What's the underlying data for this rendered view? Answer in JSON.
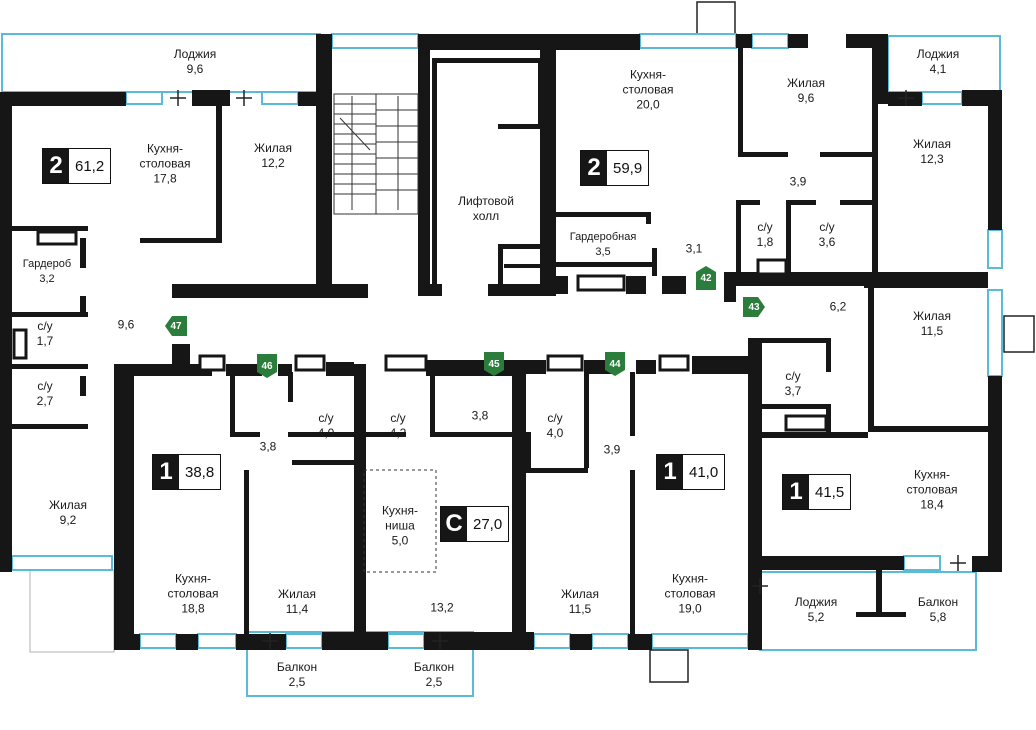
{
  "colors": {
    "wall": "#161616",
    "window": "#5bbad5",
    "tag": "#2a7d3a"
  },
  "rooms": [
    {
      "name": "Лоджия",
      "area": "9,6"
    },
    {
      "name": "Кухня-\nстоловая",
      "area": "17,8"
    },
    {
      "name": "Жилая",
      "area": "12,2"
    },
    {
      "name": "Гардероб",
      "area": "3,2"
    },
    {
      "name": "с/у",
      "area": "1,7"
    },
    {
      "name": "с/у",
      "area": "2,7"
    },
    {
      "name": "",
      "area": "9,6"
    },
    {
      "name": "Жилая",
      "area": "9,2"
    },
    {
      "name": "Лифтовой\nхолл",
      "area": ""
    },
    {
      "name": "Кухня-\nстоловая",
      "area": "20,0"
    },
    {
      "name": "Жилая",
      "area": "9,6"
    },
    {
      "name": "Лоджия",
      "area": "4,1"
    },
    {
      "name": "Жилая",
      "area": "12,3"
    },
    {
      "name": "",
      "area": "3,9"
    },
    {
      "name": "с/у",
      "area": "1,8"
    },
    {
      "name": "с/у",
      "area": "3,6"
    },
    {
      "name": "Гардеробная",
      "area": "3,5"
    },
    {
      "name": "",
      "area": "3,1"
    },
    {
      "name": "",
      "area": "6,2"
    },
    {
      "name": "Жилая",
      "area": "11,5"
    },
    {
      "name": "с/у",
      "area": "3,7"
    },
    {
      "name": "Кухня-\nстоловая",
      "area": "18,4"
    },
    {
      "name": "Лоджия",
      "area": "5,2"
    },
    {
      "name": "Балкон",
      "area": "5,8"
    },
    {
      "name": "",
      "area": "3,8"
    },
    {
      "name": "с/у",
      "area": "4,0"
    },
    {
      "name": "Кухня-\nстоловая",
      "area": "18,8"
    },
    {
      "name": "Жилая",
      "area": "11,4"
    },
    {
      "name": "Балкон",
      "area": "2,5"
    },
    {
      "name": "с/у",
      "area": "4,2"
    },
    {
      "name": "",
      "area": "3,8"
    },
    {
      "name": "Кухня-\nниша",
      "area": "5,0"
    },
    {
      "name": "",
      "area": "13,2"
    },
    {
      "name": "Балкон",
      "area": "2,5"
    },
    {
      "name": "с/у",
      "area": "4,0"
    },
    {
      "name": "",
      "area": "3,9"
    },
    {
      "name": "Жилая",
      "area": "11,5"
    },
    {
      "name": "Кухня-\nстоловая",
      "area": "19,0"
    }
  ],
  "apartments": [
    {
      "rooms": "2",
      "area": "61,2"
    },
    {
      "rooms": "2",
      "area": "59,9"
    },
    {
      "rooms": "1",
      "area": "41,5"
    },
    {
      "rooms": "1",
      "area": "38,8"
    },
    {
      "rooms": "С",
      "area": "27,0"
    },
    {
      "rooms": "1",
      "area": "41,0"
    }
  ],
  "door_tags": [
    "47",
    "46",
    "45",
    "44",
    "42",
    "43"
  ]
}
